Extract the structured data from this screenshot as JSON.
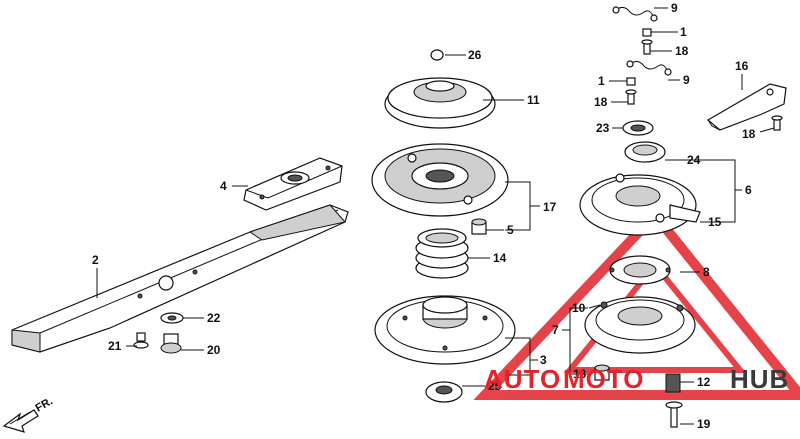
{
  "diagram": {
    "callouts": {
      "c1a": "1",
      "c1b": "1",
      "c2": "2",
      "c3": "3",
      "c4": "4",
      "c5": "5",
      "c6": "6",
      "c7": "7",
      "c8": "8",
      "c9a": "9",
      "c9b": "9",
      "c10": "10",
      "c11": "11",
      "c12": "12",
      "c13": "13",
      "c14": "14",
      "c15": "15",
      "c16": "16",
      "c17": "17",
      "c18a": "18",
      "c18b": "18",
      "c18c": "18",
      "c19": "19",
      "c20": "20",
      "c21": "21",
      "c22": "22",
      "c23": "23",
      "c24": "24",
      "c25": "25",
      "c26": "26"
    },
    "direction_label": "FR.",
    "watermark": {
      "auto": "AUTO",
      "moto": "MOTO",
      "hub": "HUB",
      "accent_color": "#e0242a",
      "dark_color": "#3a3a3a"
    }
  }
}
